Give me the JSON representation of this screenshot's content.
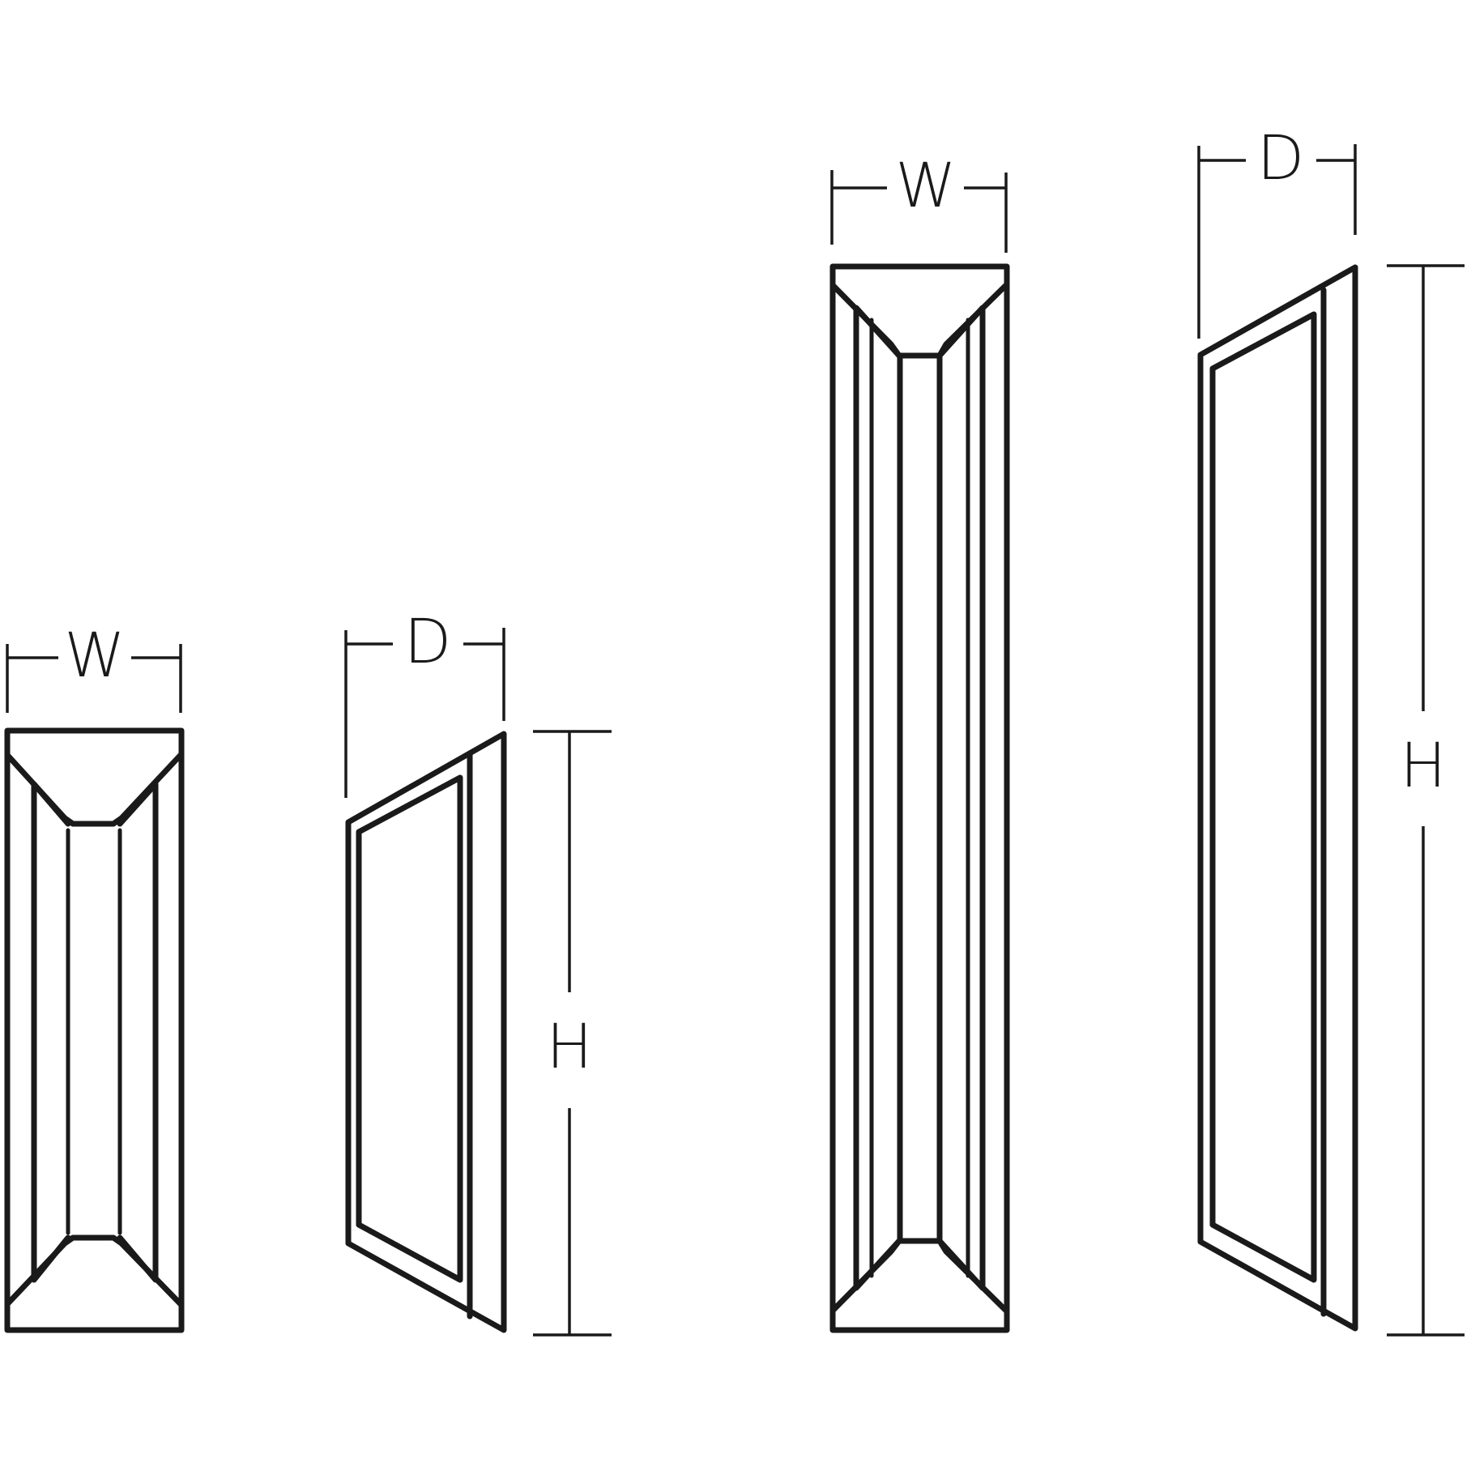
{
  "diagram": {
    "small_front": {
      "width_label": "W"
    },
    "small_side": {
      "depth_label": "D",
      "height_label": "H"
    },
    "large_front": {
      "width_label": "W"
    },
    "large_side": {
      "depth_label": "D",
      "height_label": "H"
    }
  }
}
